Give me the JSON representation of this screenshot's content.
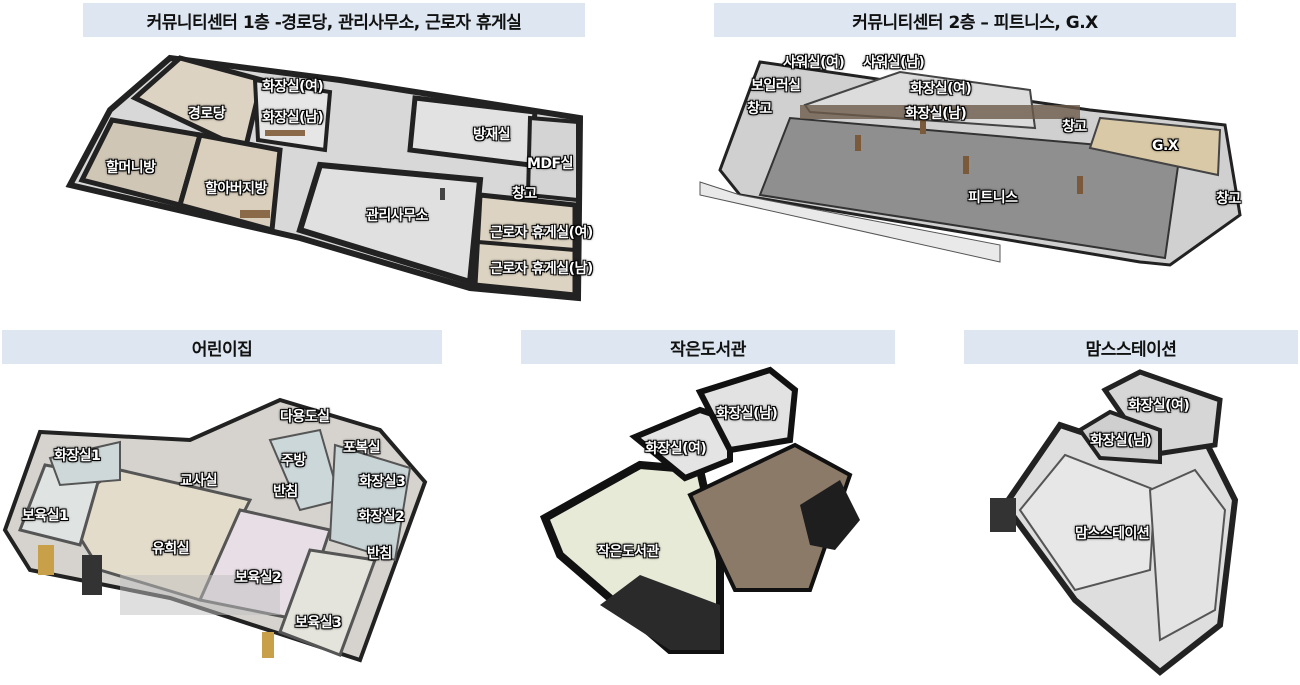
{
  "floors": {
    "floor1": {
      "title": "커뮤니티센터 1층 -경로당, 관리사무소, 근로자 휴게실",
      "rooms": [
        "화장실(여)",
        "화장실(남)",
        "경로당",
        "할머니방",
        "할아버지방",
        "관리사무소",
        "방재실",
        "MDF실",
        "창고",
        "근로자 휴게실(여)",
        "근로자 휴게실(남)"
      ]
    },
    "floor2": {
      "title": "커뮤니티센터 2층 – 피트니스, G.X",
      "rooms": [
        "샤워실(여)",
        "샤워실(남)",
        "보일러실",
        "창고",
        "화장실(여)",
        "화장실(남)",
        "창고",
        "G.X",
        "피트니스",
        "창고"
      ]
    },
    "daycare": {
      "title": "어린이집",
      "rooms": [
        "다용도실",
        "화장실1",
        "포복실",
        "주방",
        "교사실",
        "화장실3",
        "반침",
        "보육실1",
        "화장실2",
        "유희실",
        "반침",
        "보육실2",
        "보육실3"
      ]
    },
    "library": {
      "title": "작은도서관",
      "rooms": [
        "화장실(남)",
        "화장실(여)",
        "작은도서관"
      ]
    },
    "moms": {
      "title": "맘스스테이션",
      "rooms": [
        "화장실(여)",
        "화장실(남)",
        "맘스스테이션"
      ]
    }
  }
}
